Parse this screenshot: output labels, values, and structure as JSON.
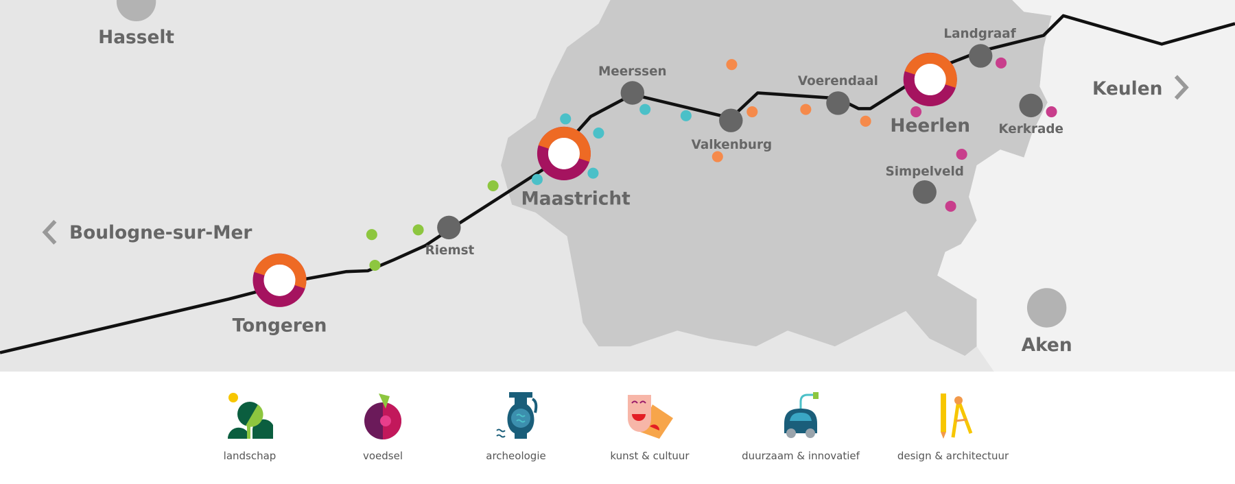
{
  "map": {
    "cities_large": [
      {
        "name": "Tongeren"
      },
      {
        "name": "Maastricht"
      },
      {
        "name": "Heerlen"
      }
    ],
    "cities_small": [
      {
        "name": "Riemst"
      },
      {
        "name": "Meerssen"
      },
      {
        "name": "Valkenburg"
      },
      {
        "name": "Voerendaal"
      },
      {
        "name": "Landgraaf"
      },
      {
        "name": "Kerkrade"
      },
      {
        "name": "Simpelveld"
      }
    ],
    "cities_outside": [
      {
        "name": "Hasselt"
      },
      {
        "name": "Aken"
      }
    ],
    "nav": {
      "prev_label": "Boulogne-sur-Mer",
      "next_label": "Keulen"
    },
    "colors": {
      "route": "#111111",
      "ring_top": "#ee6a24",
      "ring_bottom": "#a5135f",
      "landschap": "#8dc63f",
      "archeologie": "#4bc0c8",
      "kunst": "#f58a4b",
      "design": "#c83e8c"
    }
  },
  "legend": {
    "items": [
      {
        "label": "landschap",
        "icon": "tree-icon"
      },
      {
        "label": "voedsel",
        "icon": "beet-icon"
      },
      {
        "label": "archeologie",
        "icon": "vase-icon"
      },
      {
        "label": "kunst & cultuur",
        "icon": "theater-masks-icon"
      },
      {
        "label": "duurzaam & innovatief",
        "icon": "electric-car-icon"
      },
      {
        "label": "design & architectuur",
        "icon": "pencil-compass-icon"
      }
    ]
  }
}
